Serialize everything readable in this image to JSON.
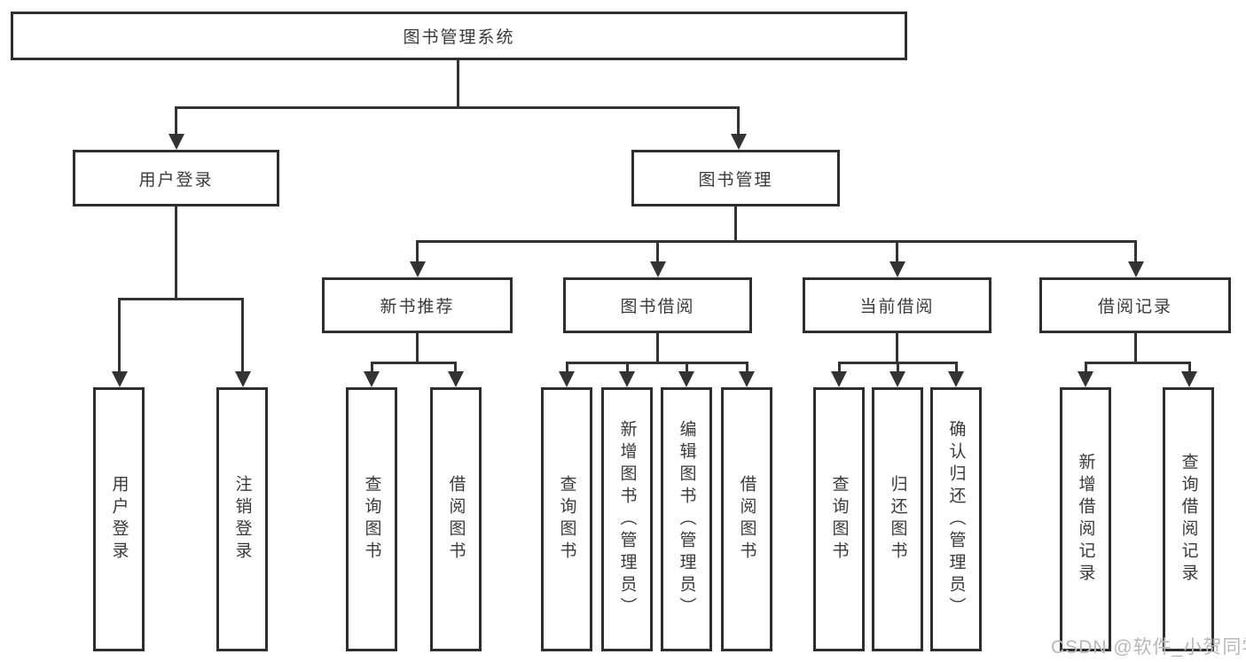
{
  "diagram": {
    "title_node": "图书管理系统",
    "level2": {
      "login": "用户登录",
      "manage": "图书管理"
    },
    "level3": {
      "recommend": "新书推荐",
      "borrow": "图书借阅",
      "current": "当前借阅",
      "record": "借阅记录"
    },
    "leaves": {
      "login": [
        "用户登录",
        "注销登录"
      ],
      "recommend": [
        "查询图书",
        "借阅图书"
      ],
      "borrow": [
        "查询图书",
        "新增图书（管理员）",
        "编辑图书（管理员）",
        "借阅图书"
      ],
      "current": [
        "查询图书",
        "归还图书",
        "确认归还（管理员）"
      ],
      "record": [
        "新增借阅记录",
        "查询借阅记录"
      ]
    },
    "colors": {
      "line": "#333333",
      "border": "#2e2e2e",
      "text": "#3a3a3a",
      "background": "#ffffff"
    }
  },
  "watermark": {
    "text": "CSDN @软件_小贺同学",
    "color": "#b8b8b8"
  }
}
